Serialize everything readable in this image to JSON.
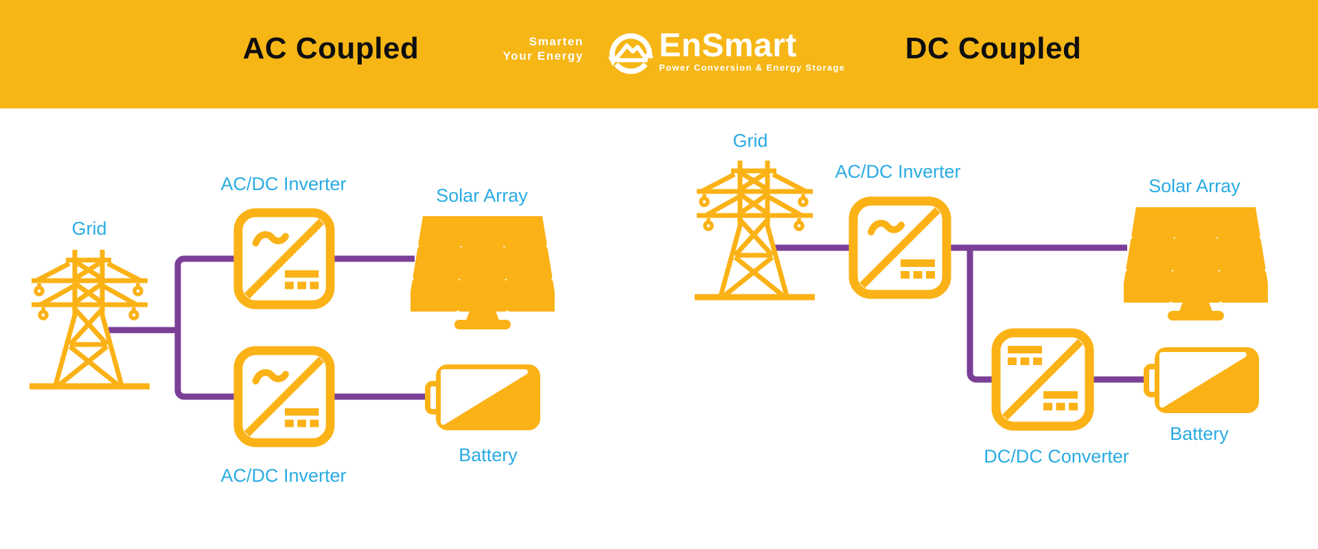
{
  "header": {
    "left_title": "AC Coupled",
    "right_title": "DC Coupled",
    "slogan_line1": "Smarten",
    "slogan_line2": "Your Energy",
    "brand_name": "EnSmart",
    "brand_tagline": "Power Conversion & Energy Storage",
    "background_color": "#F6B616"
  },
  "colors": {
    "icon_yellow": "#FBB216",
    "label_blue": "#29ABE2",
    "wire_purple": "#7B3F98",
    "title_black": "#0E0E0E",
    "logo_white": "#FFFFFF"
  },
  "ac_diagram": {
    "grid_label": "Grid",
    "top_inverter_label": "AC/DC Inverter",
    "bottom_inverter_label": "AC/DC Inverter",
    "solar_label": "Solar Array",
    "battery_label": "Battery"
  },
  "dc_diagram": {
    "grid_label": "Grid",
    "inverter_label": "AC/DC Inverter",
    "converter_label": "DC/DC Converter",
    "solar_label": "Solar Array",
    "battery_label": "Battery"
  }
}
